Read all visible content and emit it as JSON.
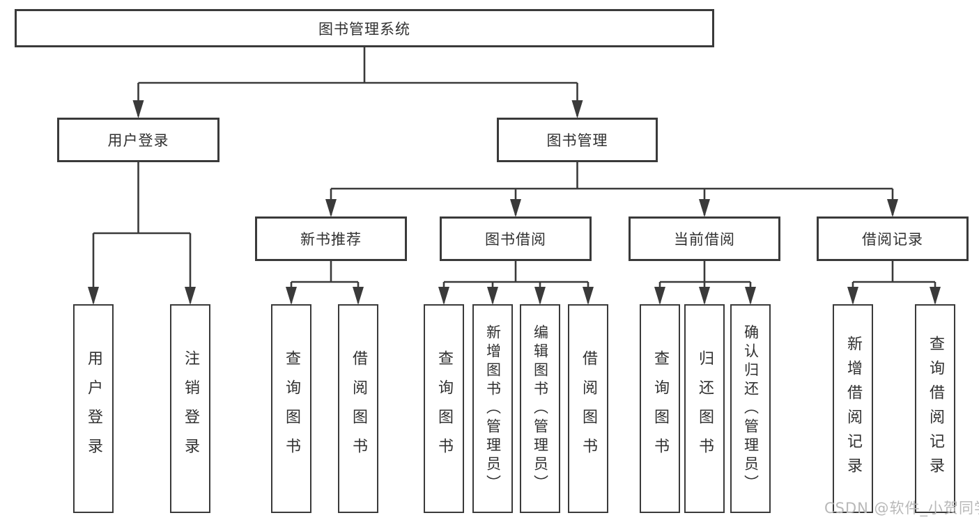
{
  "diagram": {
    "type": "hierarchy-tree",
    "root": {
      "label": "图书管理系统"
    },
    "level2": {
      "user_login": {
        "label": "用户登录"
      },
      "book_mgmt": {
        "label": "图书管理"
      }
    },
    "level3": {
      "new_books": {
        "label": "新书推荐"
      },
      "book_borrow": {
        "label": "图书借阅"
      },
      "current_borrow": {
        "label": "当前借阅"
      },
      "borrow_records": {
        "label": "借阅记录"
      }
    },
    "leaves": {
      "user_login": {
        "login": "用户登录",
        "logout": "注销登录"
      },
      "new_books": {
        "query": "查询图书",
        "borrow": "借阅图书"
      },
      "book_borrow": {
        "query": "查询图书",
        "add": "新增图书（管理员）",
        "edit": "编辑图书（管理员）",
        "borrow": "借阅图书"
      },
      "current_borrow": {
        "query": "查询图书",
        "return": "归还图书",
        "confirm": "确认归还（管理员）"
      },
      "borrow_records": {
        "add": "新增借阅记录",
        "query": "查询借阅记录"
      }
    },
    "watermark": "CSDN @软件_小贺同学",
    "colors": {
      "line": "#3a3a3a",
      "text": "#303030",
      "watermark": "#b8b8b8",
      "background": "#ffffff"
    }
  }
}
